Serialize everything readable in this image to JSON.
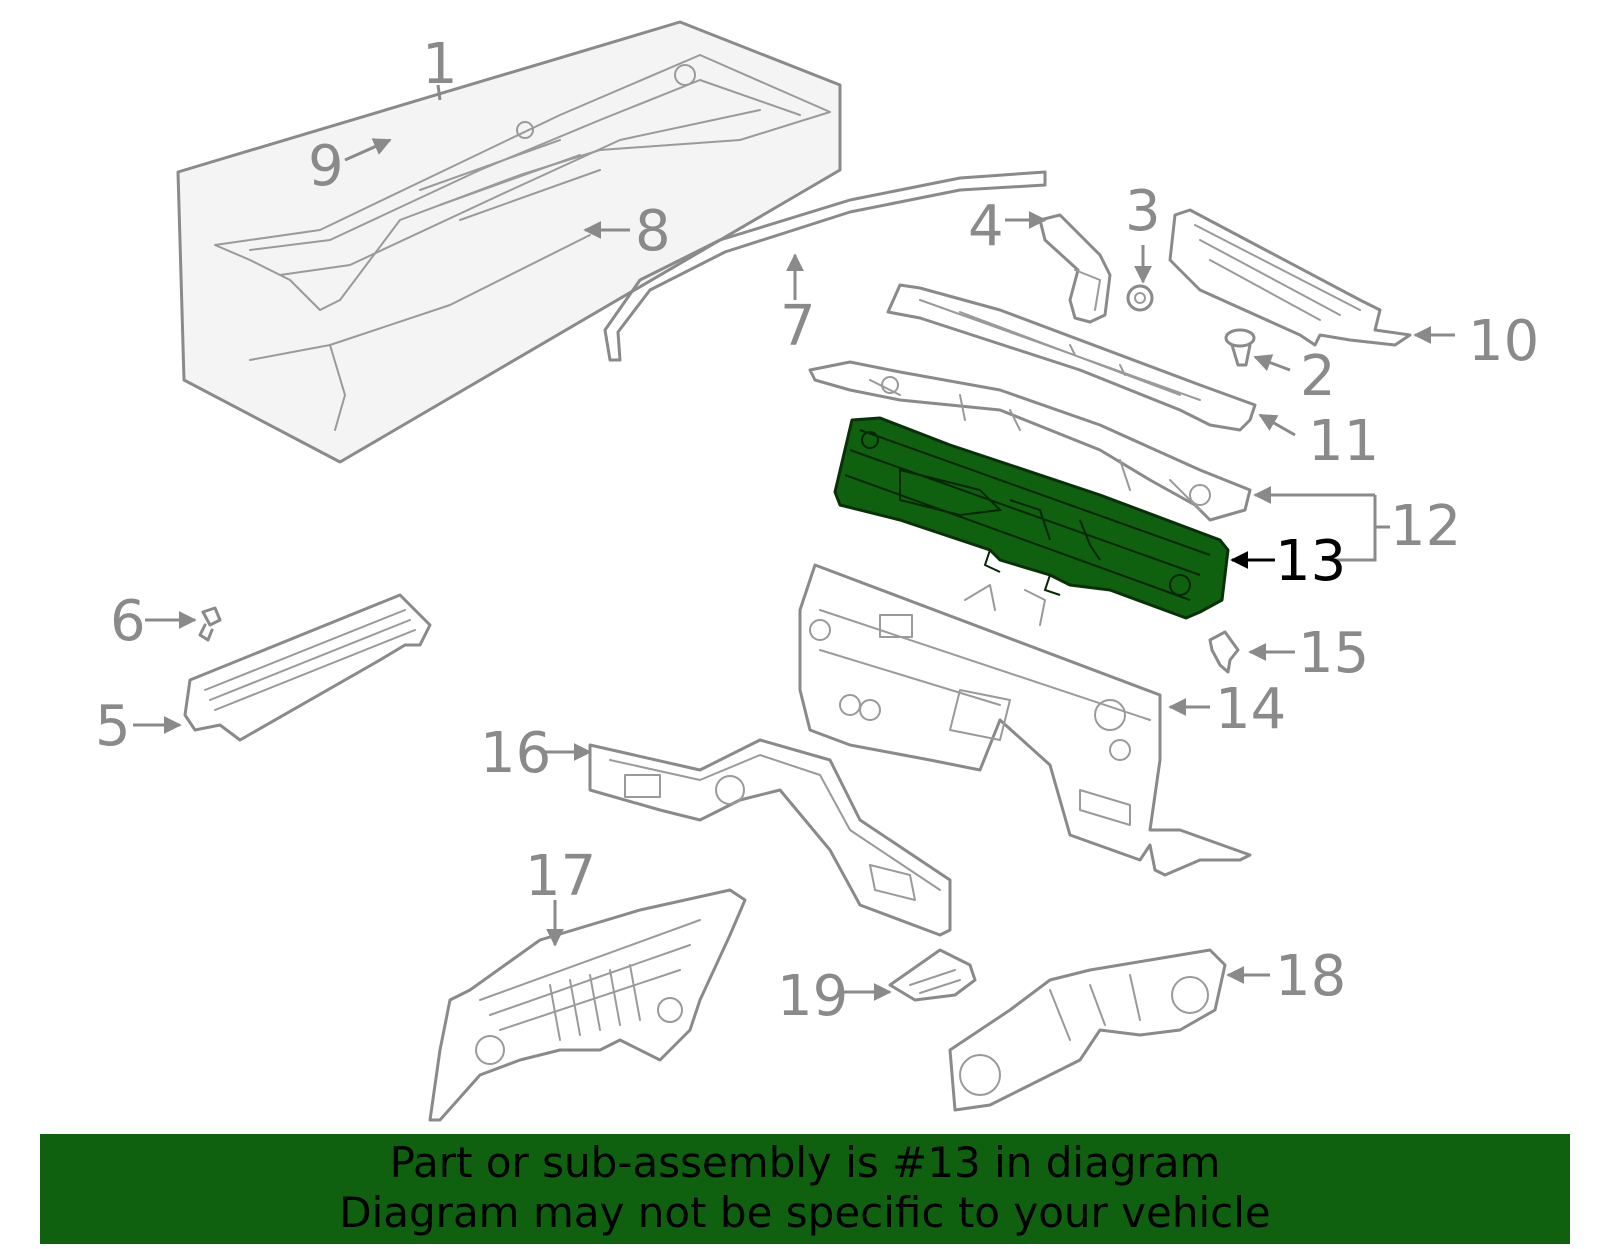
{
  "diagram": {
    "highlight_color": "#0f6110",
    "line_color": "#8a8a8a",
    "highlighted_callout": "13",
    "callouts": {
      "c1": "1",
      "c2": "2",
      "c3": "3",
      "c4": "4",
      "c5": "5",
      "c6": "6",
      "c7": "7",
      "c8": "8",
      "c9": "9",
      "c10": "10",
      "c11": "11",
      "c12": "12",
      "c13": "13",
      "c14": "14",
      "c15": "15",
      "c16": "16",
      "c17": "17",
      "c18": "18",
      "c19": "19"
    }
  },
  "banner": {
    "line1": "Part or sub-assembly is #13 in diagram",
    "line2": "Diagram may not be specific to your vehicle",
    "background": "#0f6110"
  }
}
